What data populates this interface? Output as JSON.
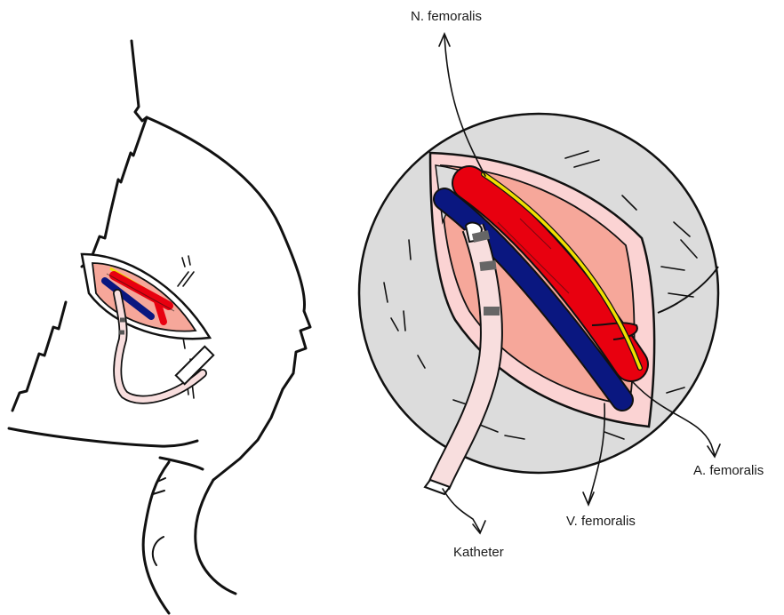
{
  "labels": {
    "nerve": "N. femoralis",
    "artery": "A. femoralis",
    "vein": "V. femoralis",
    "catheter": "Katheter"
  },
  "colors": {
    "artery": "#e8000f",
    "vein": "#0a1780",
    "nerve": "#f0e000",
    "tissue": "#f6a79a",
    "incision_edge": "#fbd3d3",
    "magnifier": "#dcdcdc",
    "outline": "#111111",
    "catheter": "#f8dede"
  }
}
